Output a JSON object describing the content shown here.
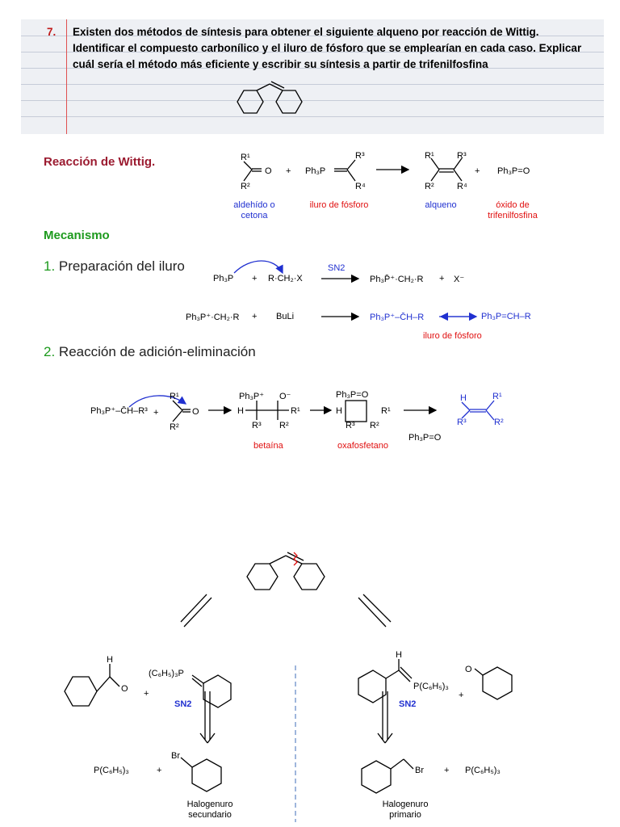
{
  "question": {
    "number": "7.",
    "lines": [
      "Existen dos métodos de síntesis para obtener el siguiente alqueno por reacción de Wittig.",
      "Identificar el compuesto carbonílico y el iluro de fósforo que se emplearían en cada caso. Explicar",
      "cuál sería el método más eficiente y escribir su síntesis a partir de trifenilfosfina"
    ]
  },
  "wittig": {
    "title": "Reacción de Wittig.",
    "plus": "+",
    "reagent_p": "Ph₃P",
    "product_oxide": "Ph₃P=O",
    "labels": {
      "carbonyl": "aldehído o\ncetona",
      "ylide": "iluro de fósforo",
      "alkene": "alqueno",
      "oxide": "óxido de\ntrifenilfosfina"
    }
  },
  "mechanism": {
    "title": "Mecanismo",
    "step1": {
      "num": "1.",
      "text": " Preparación del iluro"
    },
    "step1_eq": {
      "ph3p": "Ph₃P",
      "plus": "+",
      "halide": "R·CH₂·X",
      "sn2": "SN2",
      "product": "Ph₃P̄⁺·CH₂·R",
      "x": "X⁻"
    },
    "step1b_eq": {
      "salt": "Ph₃P⁺·CH₂·R",
      "plus": "+",
      "base": "BuLi",
      "ylide": "Ph₃P⁺–C̄H–R",
      "ylene": "Ph₃P=CH–R",
      "label": "iluro de fósforo"
    },
    "step2": {
      "num": "2.",
      "text": " Reacción de adición-eliminación"
    },
    "step2_eq": {
      "ylide": "Ph₃P⁺–C̄H–R³",
      "betaine": "betaína",
      "oxaphosphetane": "oxafosfetano",
      "oxide": "Ph₃P=O"
    }
  },
  "retro": {
    "left": {
      "ylide": "(C₆H₅)₃P",
      "sn2": "SN2",
      "phosphine": "P(C₆H₅)₃",
      "plus": "+",
      "halide": "Br",
      "label": "Halogenuro\nsecundario"
    },
    "right": {
      "ylide": "P(C₆H₅)₃",
      "sn2": "SN2",
      "phosphine": "P(C₆H₅)₃",
      "plus": "+",
      "halide": "Br",
      "label": "Halogenuro\nprimario"
    }
  },
  "colors": {
    "title_red": "#9b1b30",
    "green": "#1d9a1d",
    "blue": "#2030d0",
    "red": "#e01010"
  }
}
